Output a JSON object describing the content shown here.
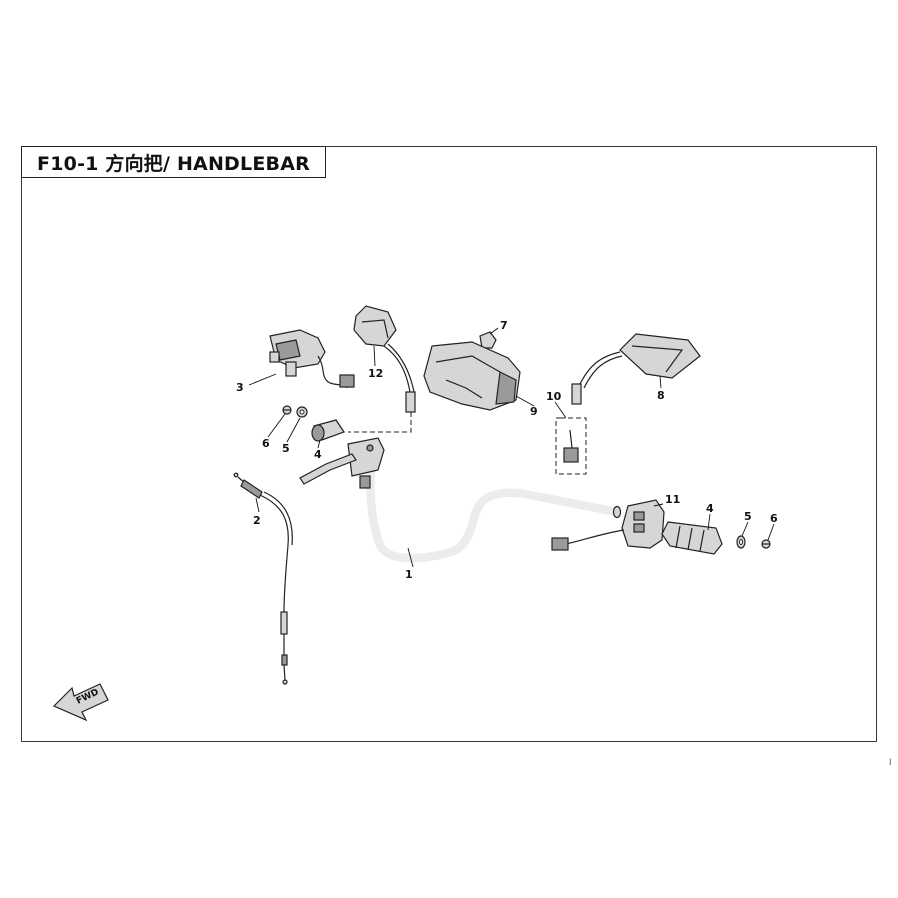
{
  "title": "F10-1 方向把/ HANDLEBAR",
  "page_mark": "I",
  "fwd_label": "FWD",
  "callouts": [
    "1",
    "2",
    "3",
    "4",
    "5",
    "6",
    "7",
    "8",
    "9",
    "10",
    "11",
    "12",
    "4",
    "5",
    "6"
  ]
}
